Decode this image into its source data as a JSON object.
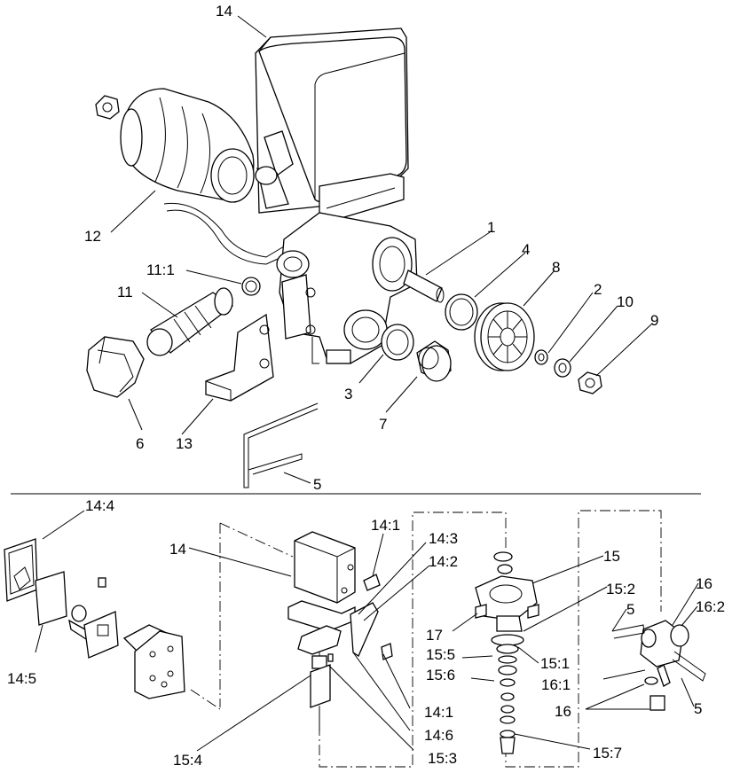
{
  "labels": {
    "top": [
      "14",
      "12",
      "11:1",
      "11",
      "6",
      "13",
      "5",
      "3",
      "7",
      "1",
      "4",
      "8",
      "2",
      "10",
      "9"
    ],
    "bottom": [
      "14:4",
      "14:5",
      "14",
      "14:1",
      "14:3",
      "14:2",
      "14:1",
      "14:6",
      "15:4",
      "15:3",
      "15",
      "15:2",
      "17",
      "15:5",
      "15:1",
      "15:6",
      "15:7",
      "16",
      "16:2",
      "5",
      "16:1",
      "16",
      "5"
    ]
  }
}
